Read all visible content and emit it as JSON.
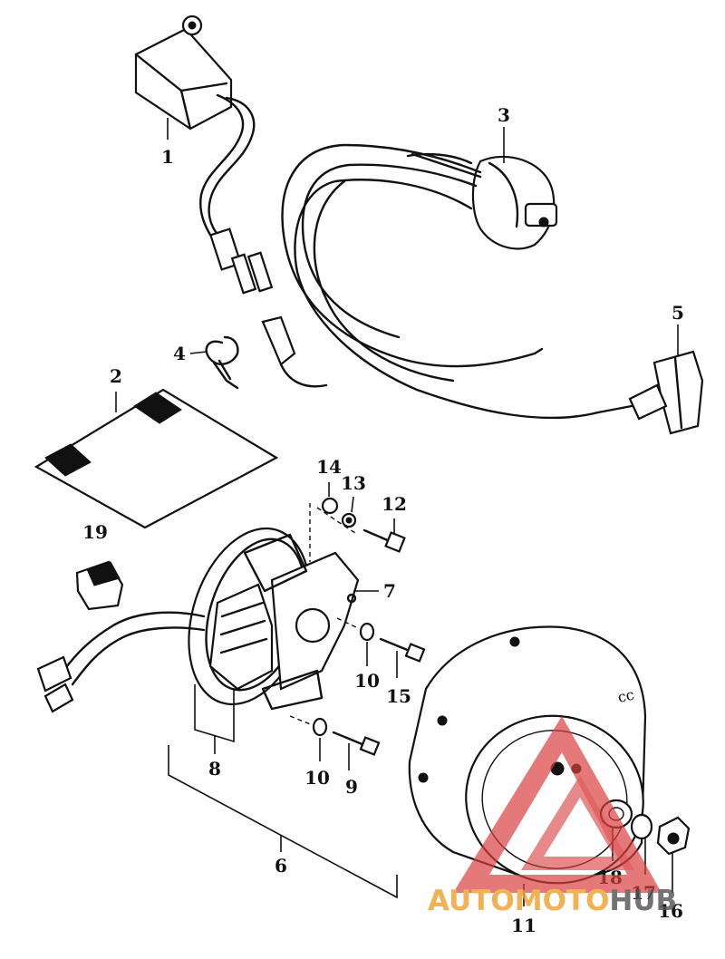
{
  "callouts": {
    "c1": "1",
    "c2": "2",
    "c3": "3",
    "c4": "4",
    "c5": "5",
    "c6": "6",
    "c7": "7",
    "c8": "8",
    "c9": "9",
    "c10a": "10",
    "c10b": "10",
    "c11": "11",
    "c12": "12",
    "c13": "13",
    "c14": "14",
    "c15": "15",
    "c16": "16",
    "c17": "17",
    "c18": "18",
    "c19": "19"
  },
  "flywheel_marking": "cc",
  "watermark": {
    "part1": "AUTO",
    "part2": "MOTO",
    "part3": "HUB",
    "colors": {
      "primary": "#f0a030",
      "accent": "#d94040",
      "dark": "#555555"
    }
  }
}
